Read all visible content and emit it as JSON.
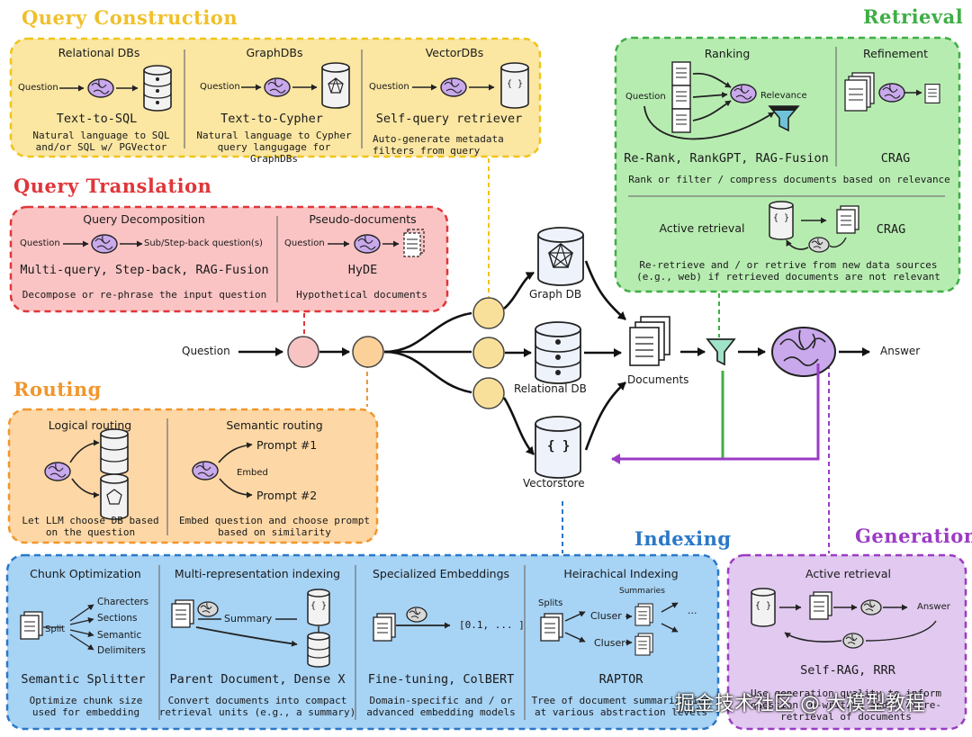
{
  "sections": {
    "query_construction": {
      "title": "Query Construction",
      "relational": {
        "head": "Relational DBs",
        "input": "Question",
        "method": "Text-to-SQL",
        "desc": "Natural language to SQL and/or SQL w/ PGVector"
      },
      "graph": {
        "head": "GraphDBs",
        "input": "Question",
        "method": "Text-to-Cypher",
        "desc": "Natural language to Cypher query langugage for GraphDBs"
      },
      "vector": {
        "head": "VectorDBs",
        "input": "Question",
        "method": "Self-query retriever",
        "desc": "Auto-generate metadata filters from query"
      }
    },
    "query_translation": {
      "title": "Query Translation",
      "decomp": {
        "head": "Query Decomposition",
        "input": "Question",
        "output": "Sub/Step-back question(s)",
        "method": "Multi-query, Step-back, RAG-Fusion",
        "desc": "Decompose or re-phrase the input question"
      },
      "pseudo": {
        "head": "Pseudo-documents",
        "input": "Question",
        "method": "HyDE",
        "desc": "Hypothetical documents"
      }
    },
    "routing": {
      "title": "Routing",
      "logical": {
        "head": "Logical routing",
        "desc": "Let LLM choose DB based on the question"
      },
      "semantic": {
        "head": "Semantic routing",
        "prompt1": "Prompt #1",
        "embed": "Embed",
        "prompt2": "Prompt #2",
        "desc": "Embed question and choose prompt based on similarity"
      }
    },
    "retrieval": {
      "title": "Retrieval",
      "ranking": {
        "head": "Ranking",
        "input": "Question",
        "relevance": "Relevance",
        "method": "Re-Rank, RankGPT, RAG-Fusion"
      },
      "refinement": {
        "head": "Refinement",
        "method": "CRAG"
      },
      "shared_desc": "Rank or filter / compress documents based on relevance",
      "active": {
        "head": "Active retrieval",
        "method": "CRAG",
        "desc": "Re-retrieve and / or retrive from new data sources (e.g., web) if retrieved documents are not relevant"
      }
    },
    "indexing": {
      "title": "Indexing",
      "chunk": {
        "head": "Chunk Optimization",
        "split": "Split",
        "items": [
          "Charecters",
          "Sections",
          "Semantic",
          "Delimiters"
        ],
        "method": "Semantic Splitter",
        "desc": "Optimize chunk size used for embedding"
      },
      "multirep": {
        "head": "Multi-representation indexing",
        "summary": "Summary",
        "method": "Parent Document, Dense X",
        "desc": "Convert documents into compact retrieval units (e.g., a summary)"
      },
      "special": {
        "head": "Specialized Embeddings",
        "vector": "[0.1, ... ]",
        "method": "Fine-tuning, ColBERT",
        "desc": "Domain-specific and / or advanced embedding models"
      },
      "hier": {
        "head": "Heirachical Indexing",
        "splits": "Splits",
        "summaries": "Summaries",
        "cluster1": "Cluser",
        "cluster2": "Cluser",
        "ellipsis": "...",
        "method": "RAPTOR",
        "desc": "Tree of document summarization at various abstraction levels"
      }
    },
    "generation": {
      "title": "Generation",
      "active": {
        "head": "Active retrieval",
        "answer": "Answer",
        "method": "Self-RAG, RRR",
        "desc": "Use generation quality to inform question re-writing and / or re-retrieval of documents"
      }
    }
  },
  "flow": {
    "question": "Question",
    "graph_db": "Graph DB",
    "relational_db": "Relational DB",
    "vectorstore": "Vectorstore",
    "documents": "Documents",
    "answer": "Answer",
    "vector_symbol": "{ }"
  },
  "watermark": "掘金技术社区 @ 大模型教程",
  "colors": {
    "yellow_fill": "#fbe6a2",
    "yellow_border": "#f0c419",
    "yellow_title": "#f0c02a",
    "red_fill": "#fbc4c4",
    "red_border": "#e0363a",
    "red_title": "#e0363a",
    "orange_fill": "#fdd7a5",
    "orange_border": "#f1962c",
    "orange_title": "#f1962c",
    "green_fill": "#b7ecb1",
    "green_border": "#3fae46",
    "green_title": "#3fae46",
    "blue_fill": "#a7d3f5",
    "blue_border": "#2a78c7",
    "blue_title": "#2a78c7",
    "purple_fill": "#e1c9ef",
    "purple_border": "#9b3bc4",
    "purple_title": "#9b3bc4"
  }
}
